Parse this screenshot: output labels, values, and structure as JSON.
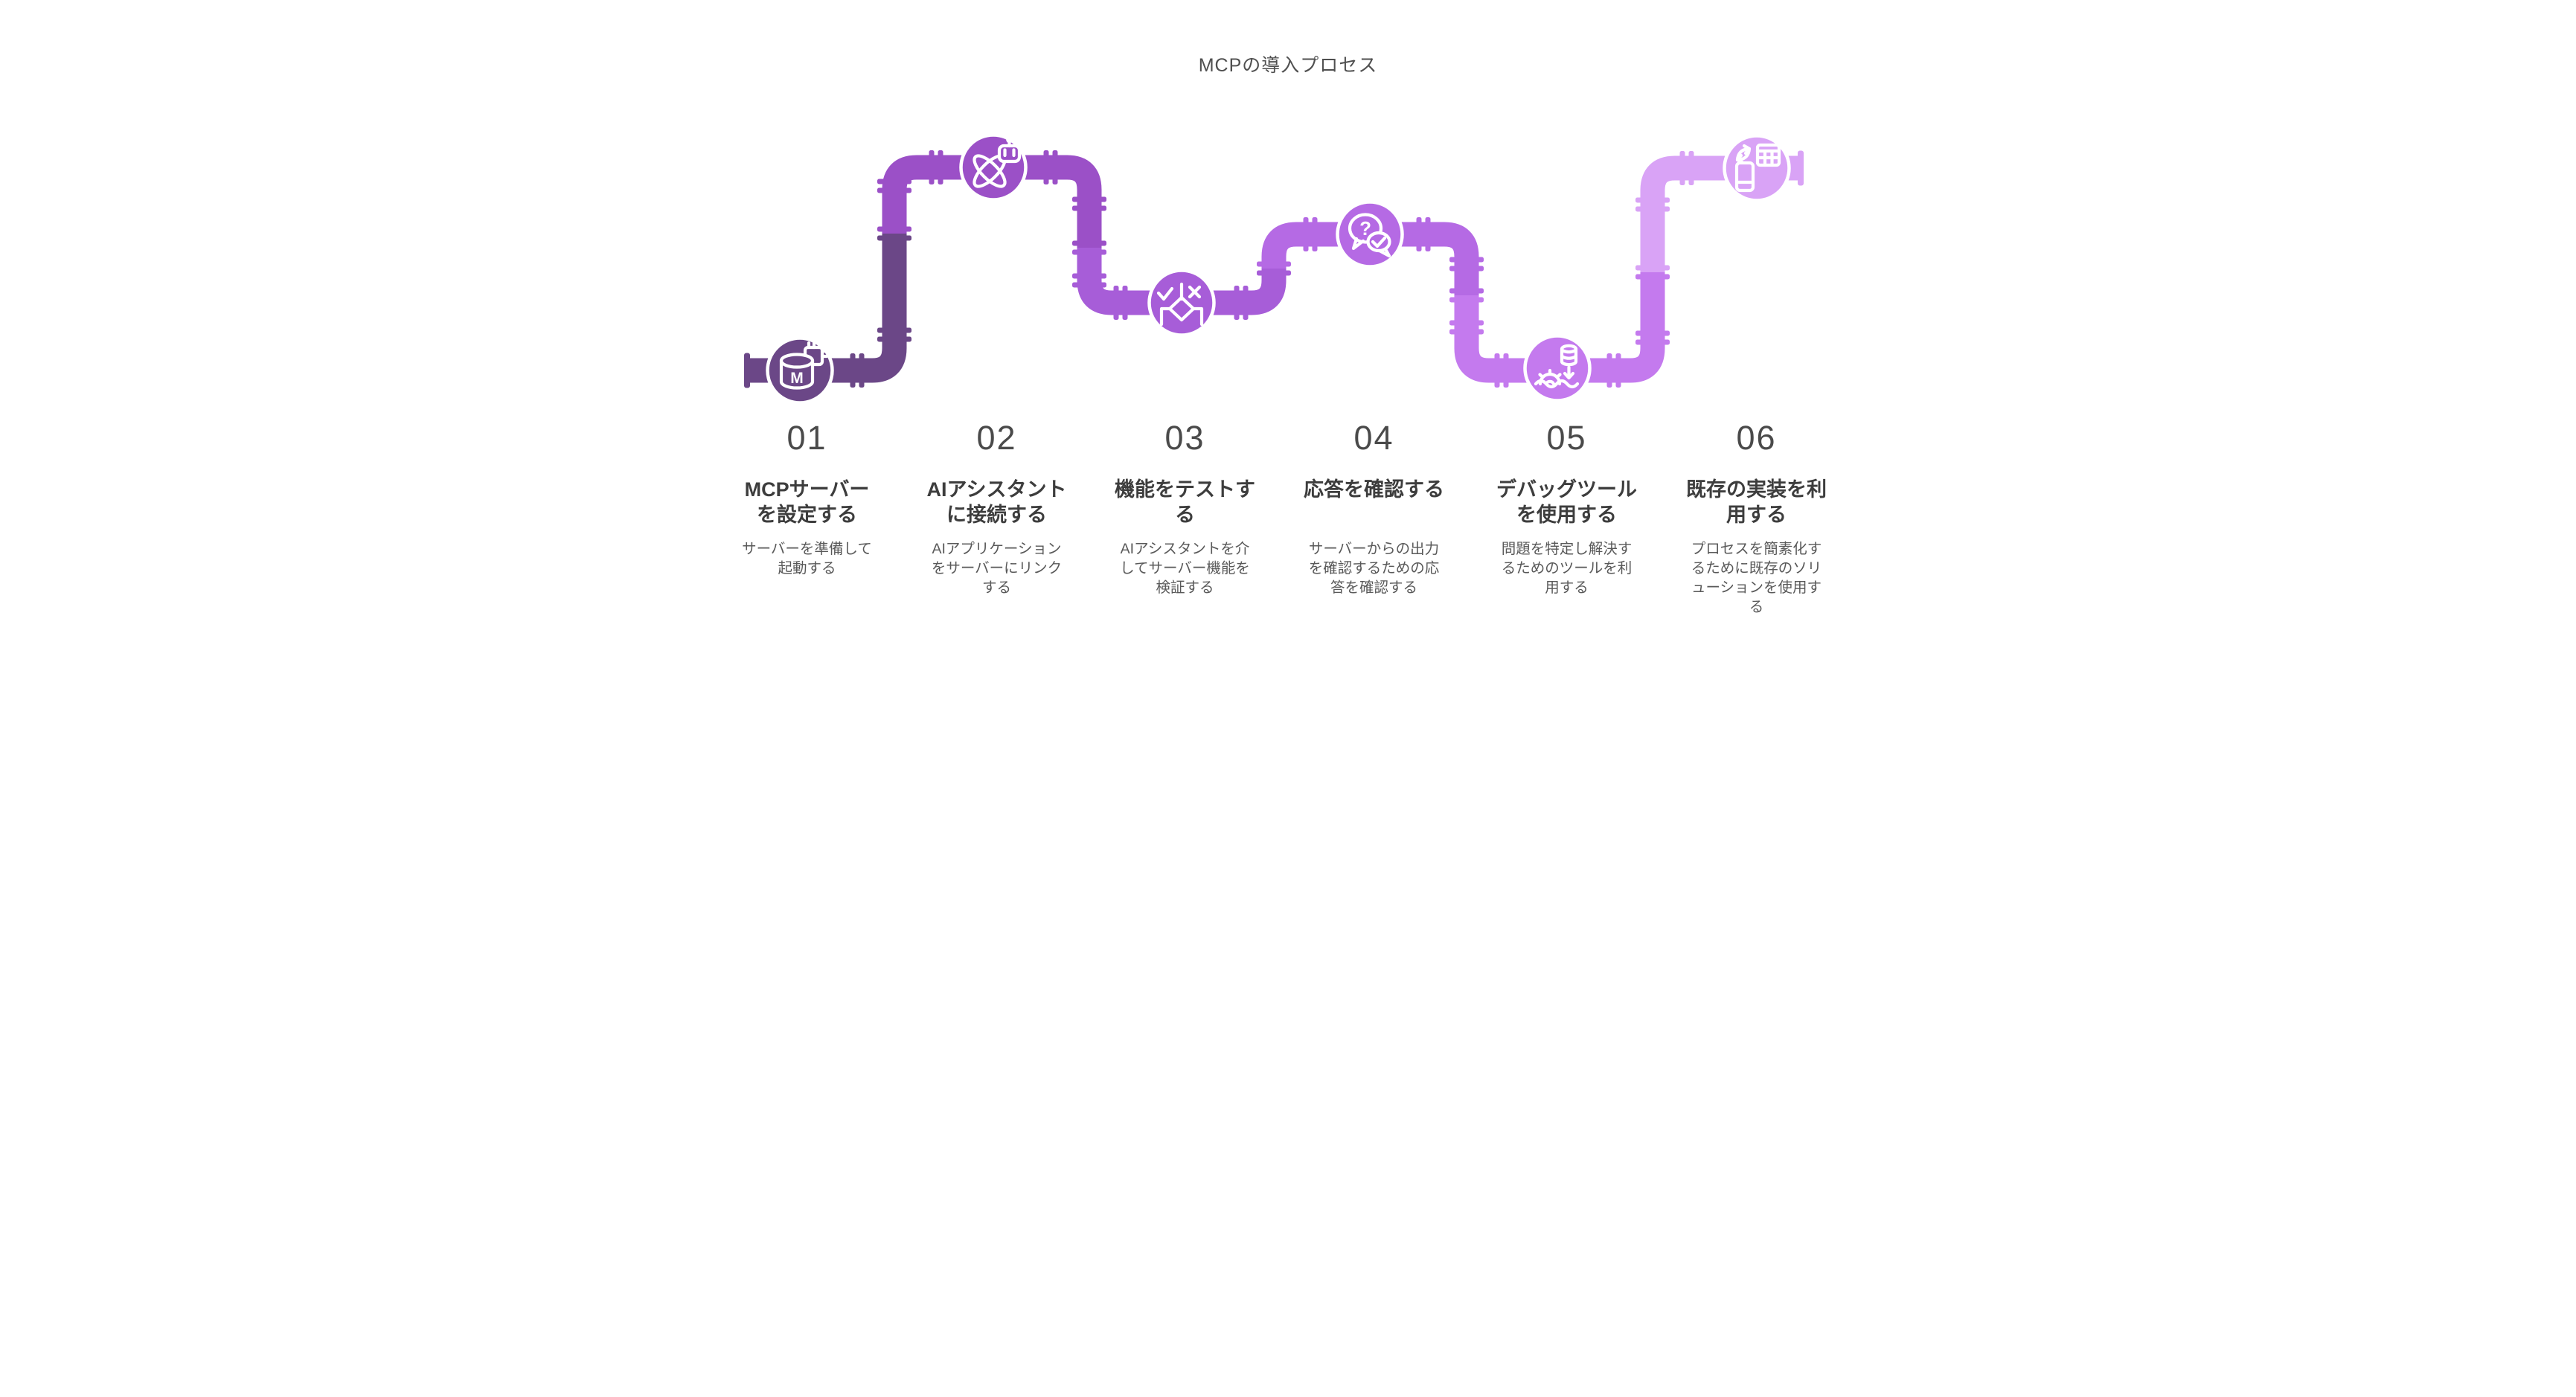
{
  "title": "MCPの導入プロセス",
  "text_colors": {
    "title": "#4f4f4f",
    "number": "#4a4a4a",
    "heading": "#3d3d3d",
    "description": "#595959"
  },
  "steps": [
    {
      "number": "01",
      "title": "MCPサーバーを設定する",
      "title_lines": [
        "MCPサーバー",
        "を設定する"
      ],
      "description": "サーバーを準備して起動する",
      "description_lines": [
        "サーバーを準備して",
        "起動する"
      ],
      "color": "#6b4787",
      "icon": "database-chip-icon",
      "icon_label": "M"
    },
    {
      "number": "02",
      "title": "AIアシスタントに接続する",
      "title_lines": [
        "AIアシスタント",
        "に接続する"
      ],
      "description": "AIアプリケーションをサーバーにリンクする",
      "description_lines": [
        "AIアプリケーション",
        "をサーバーにリンク",
        "する"
      ],
      "color": "#9b50c7",
      "icon": "ai-assistant-atom-icon"
    },
    {
      "number": "03",
      "title": "機能をテストする",
      "title_lines": [
        "機能をテストす",
        "る"
      ],
      "description": "AIアシスタントを介してサーバー機能を検証する",
      "description_lines": [
        "AIアシスタントを介",
        "してサーバー機能を",
        "検証する"
      ],
      "color": "#a75dd8",
      "icon": "test-decision-icon"
    },
    {
      "number": "04",
      "title": "応答を確認する",
      "title_lines": [
        "応答を確認する"
      ],
      "description": "サーバーからの出力を確認するための応答を確認する",
      "description_lines": [
        "サーバーからの出力",
        "を確認するための応",
        "答を確認する"
      ],
      "color": "#b56ae4",
      "icon": "question-answer-chat-icon",
      "icon_label": "?"
    },
    {
      "number": "05",
      "title": "デバッグツールを使用する",
      "title_lines": [
        "デバッグツール",
        "を使用する"
      ],
      "description": "問題を特定し解決するためのツールを利用する",
      "description_lines": [
        "問題を特定し解決す",
        "るためのツールを利",
        "用する"
      ],
      "color": "#c47aee",
      "icon": "debug-data-gear-icon"
    },
    {
      "number": "06",
      "title": "既存の実装を利用する",
      "title_lines": [
        "既存の実装を利",
        "用する"
      ],
      "description": "プロセスを簡素化するために既存のソリューションを使用する",
      "description_lines": [
        "プロセスを簡素化す",
        "るために既存のソリ",
        "ューションを使用す",
        "る"
      ],
      "color": "#d9a3f6",
      "icon": "device-sync-icon"
    }
  ]
}
